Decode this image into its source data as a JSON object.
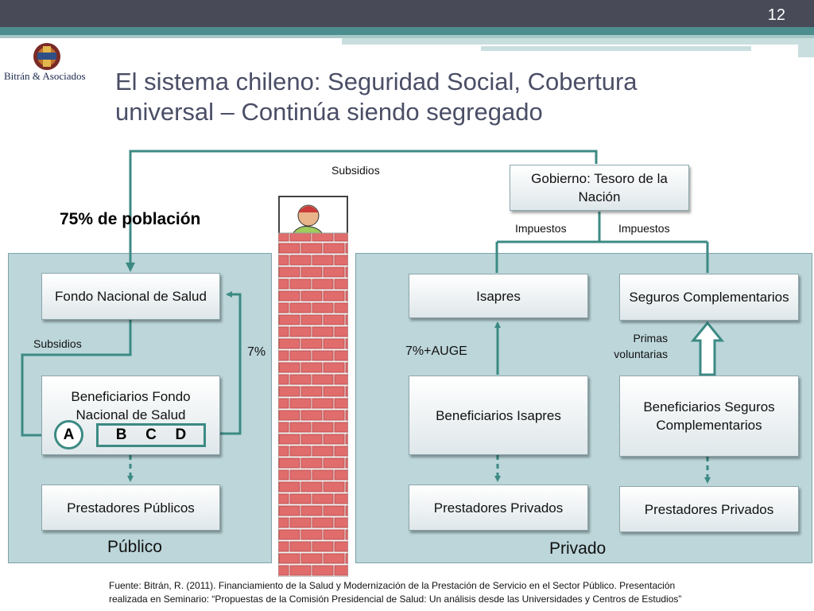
{
  "slide": {
    "page_number": "12",
    "title_line1": "El sistema chileno: Seguridad Social, Cobertura",
    "title_line2": "universal – Continúa siendo segregado",
    "logo_text": "Bitrán & Asociados"
  },
  "diagram": {
    "population_label": "75% de población",
    "gobierno": "Gobierno: Tesoro de la Nación",
    "subsidios_top": "Subsidios",
    "impuestos_left": "Impuestos",
    "impuestos_right": "Impuestos",
    "public": {
      "fondo": "Fondo Nacional de Salud",
      "subsidios": "Subsidios",
      "beneficiarios": "Beneficiarios Fondo Nacional de Salud",
      "groups": [
        "A",
        "B",
        "C",
        "D"
      ],
      "prestadores": "Prestadores Públicos",
      "label": "Público",
      "percent": "7%"
    },
    "private": {
      "isapres": "Isapres",
      "seguros": "Seguros Complementarios",
      "auge": "7%+AUGE",
      "primas": "Primas voluntarias",
      "ben_isapres": "Beneficiarios Isapres",
      "ben_seguros": "Beneficiarios Seguros Complementarios",
      "prestadores_1": "Prestadores Privados",
      "prestadores_2": "Prestadores Privados",
      "label": "Privado"
    }
  },
  "source_line1": "Fuente: Bitrán, R. (2011). Financiamiento de la Salud y Modernización de la Prestación de Servicio en el Sector Público. Presentación",
  "source_line2": "realizada en Seminario: “Propuestas de la Comisión Presidencial de Salud: Un análisis desde las Universidades y Centros de Estudios”",
  "colors": {
    "header": "#484a57",
    "accent": "#4c8d8e",
    "panel": "#bcd6da",
    "connector": "#3c8a84",
    "brick": "#e06c6c"
  }
}
